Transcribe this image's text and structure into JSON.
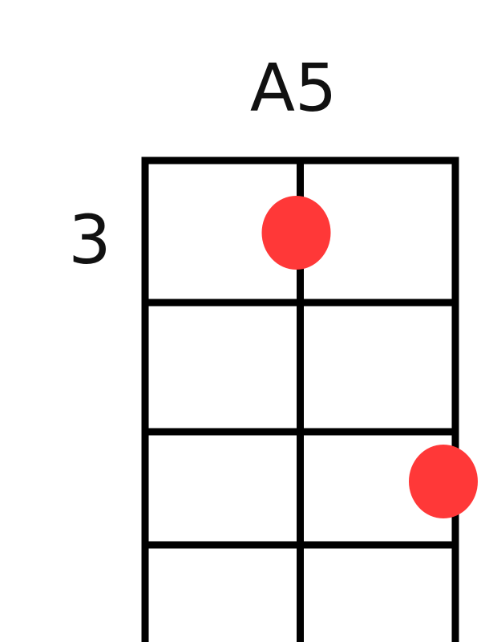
{
  "chord": {
    "name": "A5",
    "starting_fret": "3"
  },
  "diagram": {
    "string_count": 3,
    "visible_fret_rows": 4,
    "dots": [
      {
        "string": 2,
        "fret_row": 1
      },
      {
        "string": 3,
        "fret_row": 3
      }
    ],
    "line_color": "#000000",
    "dot_color": "#ff3838"
  }
}
